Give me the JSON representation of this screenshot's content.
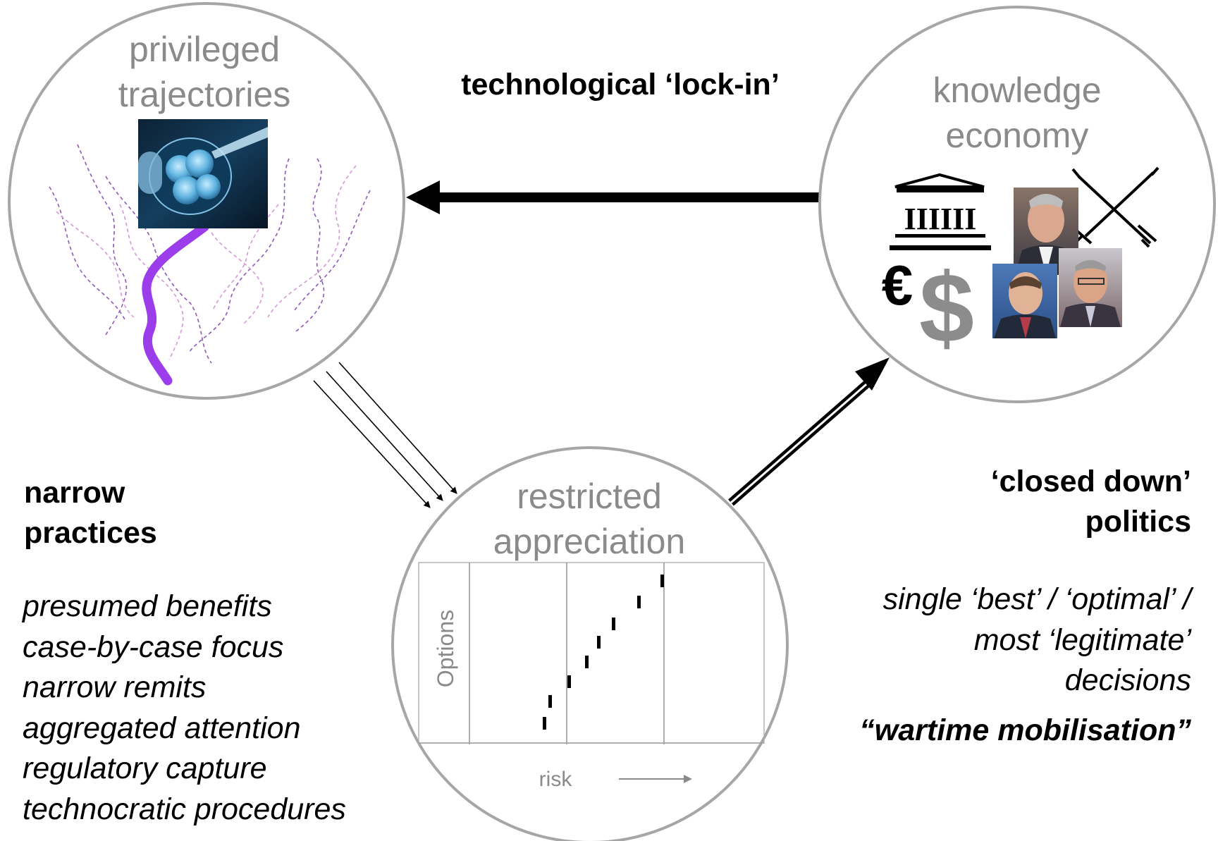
{
  "nodes": {
    "privileged": {
      "title_line1": "privileged",
      "title_line2": "trajectories"
    },
    "knowledge": {
      "title_line1": "knowledge",
      "title_line2": "economy"
    },
    "restricted": {
      "title_line1": "restricted",
      "title_line2": "appreciation"
    }
  },
  "labels": {
    "lock_in": "technological ‘lock-in’",
    "narrow_line1": "narrow",
    "narrow_line2": "practices",
    "closed_line1": "‘closed down’",
    "closed_line2": "politics",
    "wartime": "“wartime mobilisation”"
  },
  "narrow_items": [
    "presumed benefits",
    "case-by-case focus",
    "narrow remits",
    "aggregated attention",
    "regulatory capture",
    "technocratic procedures"
  ],
  "closed_items": [
    "single ‘best’ / ‘optimal’ /",
    "most ‘legitimate’",
    "decisions"
  ],
  "icons": {
    "euro": "€",
    "dollar": "$",
    "institution_text": "IIIIII"
  },
  "chart": {
    "ylabel": "Options",
    "xlabel": "risk"
  },
  "colors": {
    "circle_stroke": "#a6a6a6",
    "trajectory_purple": "#9b3dea",
    "dashed_purple": "#8e5ab8",
    "dashed_pink": "#d39ad6",
    "gray_text": "#8a8a8a"
  }
}
